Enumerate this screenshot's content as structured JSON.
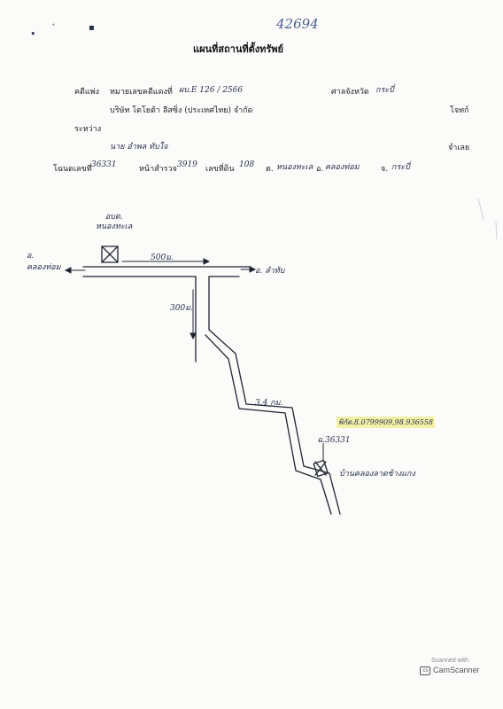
{
  "header": {
    "doc_number": "42694",
    "title": "แผนที่สถานที่ตั้งทรัพย์"
  },
  "case": {
    "case_label": "คดีแพ่ง",
    "case_no_label": "หมายเลขคดีแดงที่",
    "case_no_value": "ผบ.E 126 / 2566",
    "court_label": "ศาลจังหวัด",
    "court_value": "กระบี่",
    "plaintiff": "บริษัท โตโยต้า ลีสซิ่ง (ประเทศไทย) จำกัด",
    "plaintiff_role": "โจทก์",
    "between_label": "ระหว่าง",
    "defendant": "นาย  อำพล  ทับใจ",
    "defendant_role": "จำเลย"
  },
  "deed": {
    "deed_label": "โฉนดเลขที่",
    "deed_value": "36331",
    "survey_label": "หน้าสำรวจ",
    "survey_value": "3919",
    "land_label": "เลขที่ดิน",
    "land_value": "108",
    "subdistrict_label": "ต.",
    "subdistrict_value": "หนองทะเล",
    "district_label": "อ.",
    "district_value": "คลองท่อม",
    "province_label": "จ.",
    "province_value": "กระบี่"
  },
  "map": {
    "landmark_top": "อบต.\nหนองทะเล",
    "left_arrow_label": "อ.\nคลองท่อม",
    "right_arrow_label": "อ. ลำทับ",
    "distance_top": "500ม.",
    "distance_side": "300ม.",
    "distance_road": "3.4 กม.",
    "coordinates": "พิกัด.8.0799909,98.936558",
    "property_label": "ฉ.36331",
    "property_place": "บ้านคลองลาดช้างแกง"
  },
  "footer": {
    "scanned_with": "Scanned with",
    "brand": "CamScanner"
  },
  "colors": {
    "ink": "#1f2430",
    "pen": "#273048",
    "highlight": "#f3f0a8"
  }
}
